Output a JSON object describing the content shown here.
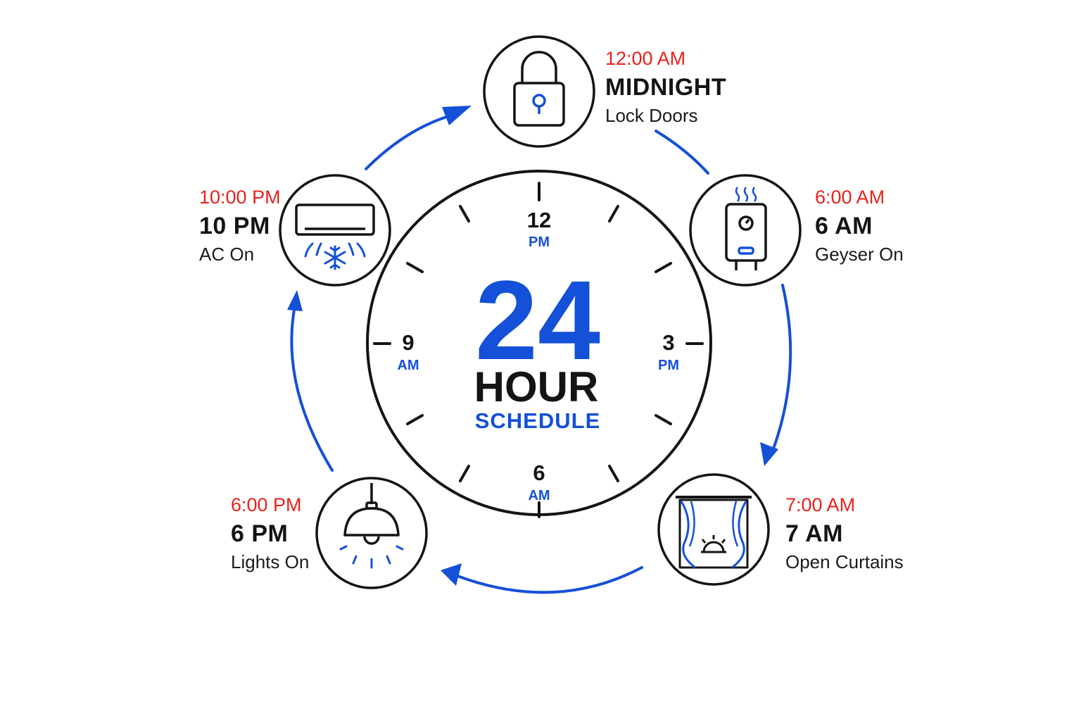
{
  "colors": {
    "accent": "#1450d8",
    "time": "#e8221b",
    "ink": "#141414"
  },
  "clock": {
    "big_number": "24",
    "hour_word": "HOUR",
    "schedule_word": "SCHEDULE",
    "marks": {
      "top": {
        "number": "12",
        "period": "PM"
      },
      "right": {
        "number": "3",
        "period": "PM"
      },
      "bottom": {
        "number": "6",
        "period": "AM"
      },
      "left": {
        "number": "9",
        "period": "AM"
      }
    }
  },
  "events": [
    {
      "time": "12:00 AM",
      "heading": "MIDNIGHT",
      "task": "Lock Doors",
      "icon": "lock-icon"
    },
    {
      "time": "6:00 AM",
      "heading": "6 AM",
      "task": "Geyser On",
      "icon": "water-heater-icon"
    },
    {
      "time": "7:00 AM",
      "heading": "7 AM",
      "task": "Open Curtains",
      "icon": "curtains-window-icon"
    },
    {
      "time": "6:00 PM",
      "heading": "6 PM",
      "task": "Lights On",
      "icon": "ceiling-lamp-icon"
    },
    {
      "time": "10:00 PM",
      "heading": "10 PM",
      "task": "AC On",
      "icon": "air-conditioner-icon"
    }
  ]
}
